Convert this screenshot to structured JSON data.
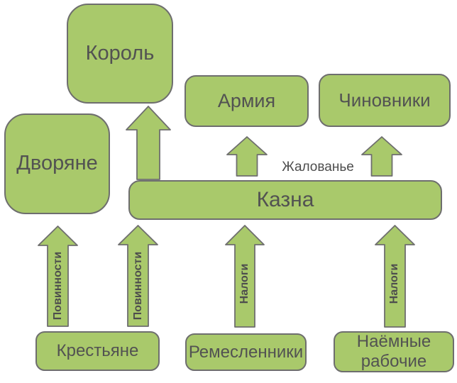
{
  "diagram": {
    "type": "flow-diagram",
    "subject": "State finance / feudal payments scheme",
    "colors": {
      "background": "#ffffff",
      "node_fill": "#a9c96b",
      "node_border": "#6e6e6e",
      "text": "#525252",
      "label_text": "#4d4d4d"
    },
    "nodes": {
      "king": {
        "label": "Король"
      },
      "nobles": {
        "label": "Дворяне"
      },
      "army": {
        "label": "Армия"
      },
      "officials": {
        "label": "Чиновники"
      },
      "treasury": {
        "label": "Казна"
      },
      "peasants": {
        "label": "Крестьяне"
      },
      "craftsmen": {
        "label": "Ремесленники"
      },
      "hired_workers": {
        "label": "Наёмные рабочие"
      }
    },
    "flows": [
      {
        "from": "Казна",
        "to": "Король",
        "label": ""
      },
      {
        "from": "Казна",
        "to": "Армия",
        "label": "Жалованье"
      },
      {
        "from": "Казна",
        "to": "Чиновники",
        "label": "Жалованье"
      },
      {
        "from": "Крестьяне",
        "to": "Дворяне",
        "label": "Повинности"
      },
      {
        "from": "Крестьяне",
        "to": "Казна",
        "label": "Повинности"
      },
      {
        "from": "Ремесленники",
        "to": "Казна",
        "label": "Налоги"
      },
      {
        "from": "Наёмные рабочие",
        "to": "Казна",
        "label": "Налоги"
      }
    ],
    "shared_labels": {
      "salary": "Жалованье"
    }
  }
}
